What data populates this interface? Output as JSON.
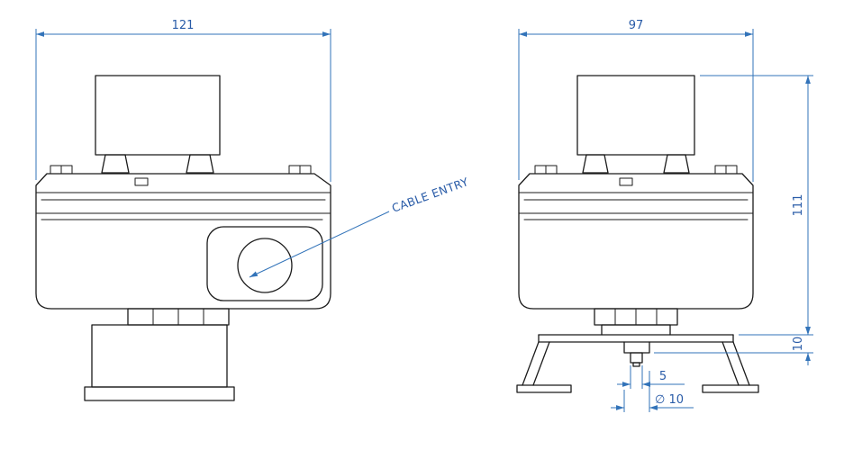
{
  "drawing": {
    "type": "technical-dimension-drawing",
    "colors": {
      "background": "#ffffff",
      "geometry_line": "#1b1b1b",
      "dimension_line": "#3273b9",
      "dimension_text": "#2a5ca8"
    },
    "front_view": {
      "width_dim": "121",
      "cable_entry_label": "CABLE ENTRY"
    },
    "side_view": {
      "width_dim": "97",
      "height_dim": "111",
      "bracket_offset_dim": "10",
      "pin_width_dim": "5",
      "shaft_dia_dim": "∅ 10"
    }
  }
}
